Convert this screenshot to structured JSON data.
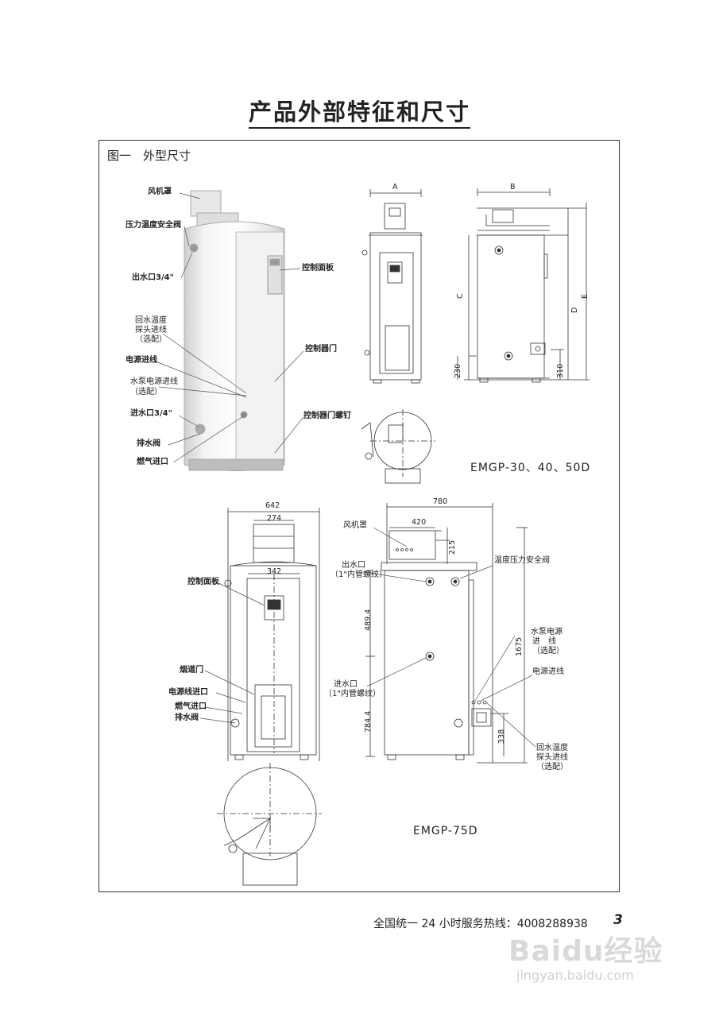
{
  "page_title": "产品外部特征和尺寸",
  "figure_caption": "图一　外型尺寸",
  "photo_labels": {
    "fan_hood": "风机罩",
    "relief_valve": "压力温度安全阀",
    "outlet": "出水口3/4\"",
    "control_panel": "控制面板",
    "return_sensor_1": "回水温度",
    "return_sensor_2": "探头进线",
    "return_sensor_3": "（选配）",
    "control_door": "控制器门",
    "power_in": "电源进线",
    "pump_power_1": "水泵电源进线",
    "pump_power_2": "（选配）",
    "inlet": "进水口3/4\"",
    "door_screw": "控制器门螺钉",
    "drain_valve": "排水阀",
    "gas_inlet": "燃气进口"
  },
  "small_dims": {
    "a": "A",
    "b": "B",
    "c": "C",
    "d": "D",
    "e": "E",
    "d230": "230",
    "d310": "310"
  },
  "model_small": "EMGP-30、40、50D",
  "large_dims": {
    "d642": "642",
    "d274": "274",
    "d342": "342",
    "d780": "780",
    "d420": "420",
    "d215": "215",
    "d489": "489.4",
    "d784": "784.4",
    "d1675": "1675",
    "d338": "338"
  },
  "large_labels": {
    "control_panel": "控制面板",
    "flue_door": "烟道门",
    "power_cable_in": "电源线进口",
    "gas_in": "燃气进口",
    "drain": "排水阀",
    "fan_hood": "风机罩",
    "outlet_1": "出水口",
    "outlet_2": "（1\"内管螺纹）",
    "relief_valve": "温度压力安全阀",
    "pump_power_1": "水泵电源",
    "pump_power_2": "进　线",
    "pump_power_3": "（选配）",
    "power_in": "电源进线",
    "inlet_1": "进水口",
    "inlet_2": "（1\"内管螺纹）",
    "return_1": "回水温度",
    "return_2": "探头进线",
    "return_3": "（选配）"
  },
  "model_large": "EMGP-75D",
  "footer": {
    "hotline": "全国统一 24 小时服务热线：4008288938",
    "page_number": "3"
  },
  "watermark": {
    "logo": "Baidu经验",
    "url": "jingyan.baidu.com"
  }
}
